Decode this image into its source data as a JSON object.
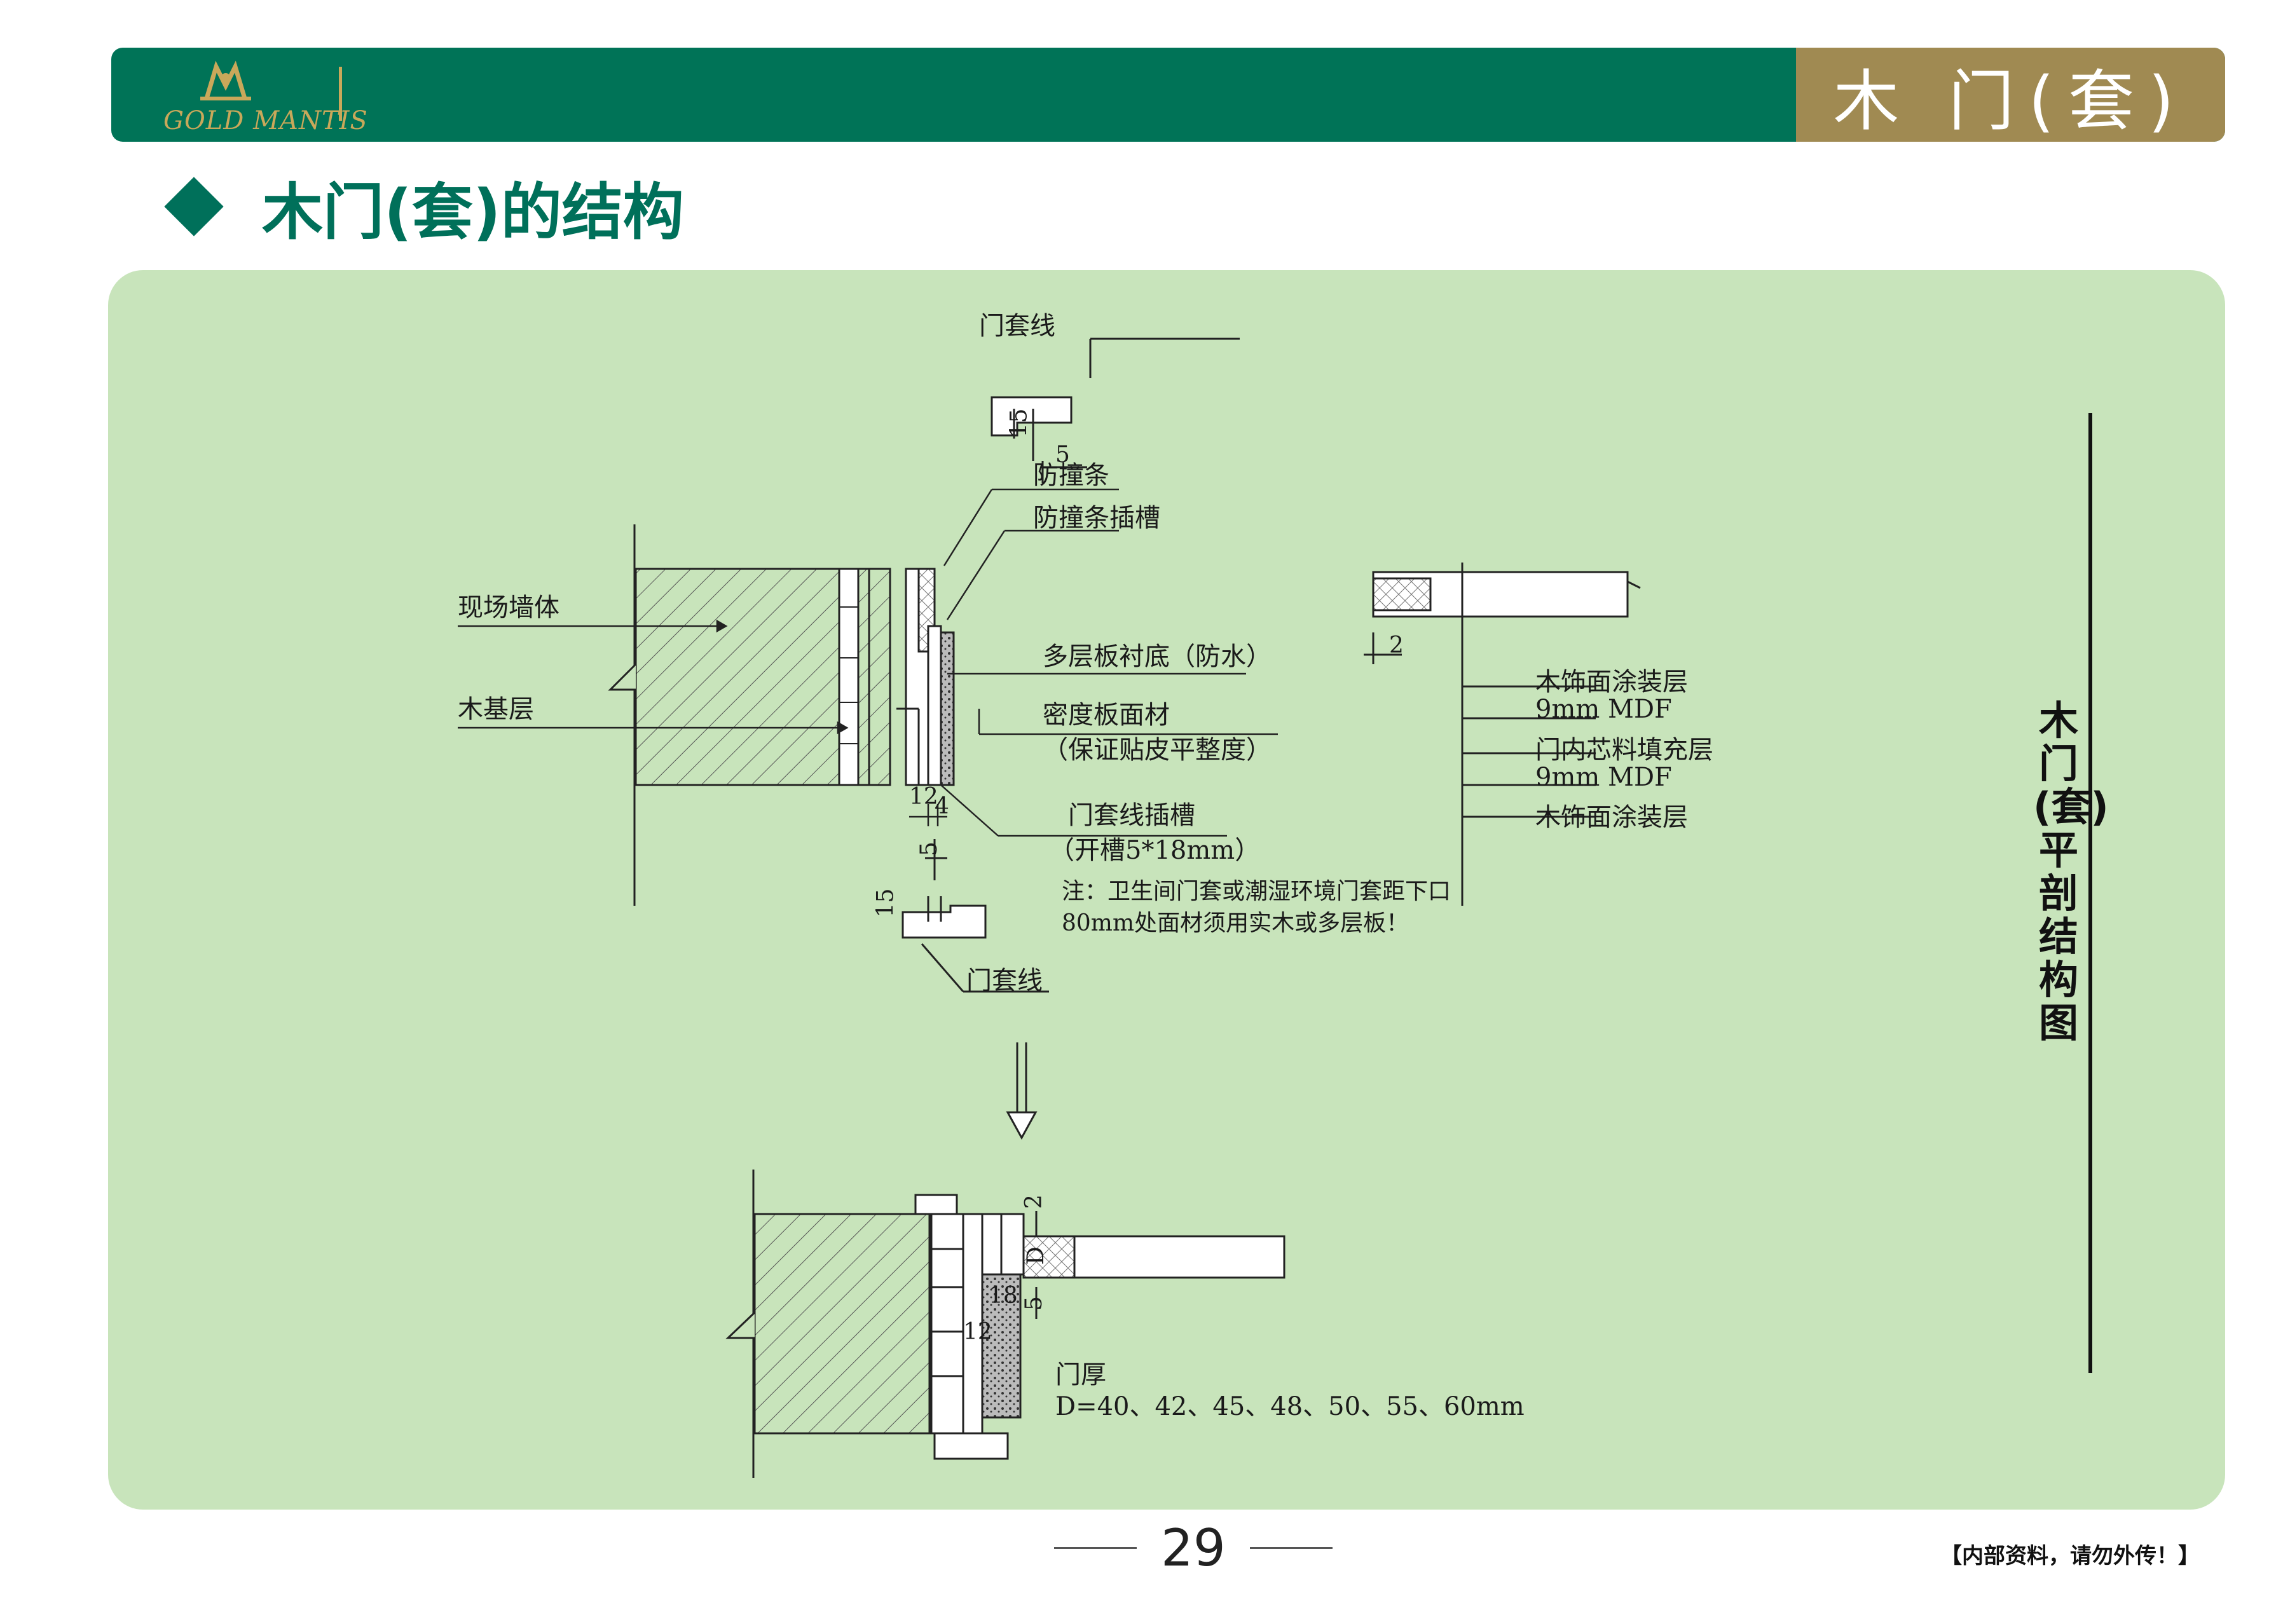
{
  "header": {
    "logo_text": "GOLD MANTIS",
    "tab_title": "木 门(套)"
  },
  "section": {
    "title": "木门(套)的结构"
  },
  "diagram": {
    "vertical_title": "木门(套)平剖结构图",
    "labels": {
      "door_casing_top": "门套线",
      "dim_15_top": "15",
      "dim_5_top": "5",
      "anti_collision_strip": "防撞条",
      "anti_collision_slot": "防撞条插槽",
      "site_wall": "现场墙体",
      "wood_base": "木基层",
      "plywood_backing": "多层板衬底（防水）",
      "mdf_face": "密度板面材",
      "mdf_face_note": "（保证贴皮平整度）",
      "dim_12": "12",
      "dim_4": "4",
      "casing_slot": "门套线插槽",
      "casing_slot_note": "（开槽5*18mm）",
      "dim_5_mid": "5",
      "dim_15_bottom": "15",
      "door_casing_bottom": "门套线",
      "note_line1": "注：卫生间门套或潮湿环境门套距下口",
      "note_line2": "80mm处面材须用实木或多层板！",
      "dim_2_right": "2",
      "layer_1": "木饰面涂装层",
      "layer_2": "9mm  MDF",
      "layer_3": "门内芯料填充层",
      "layer_4": "9mm  MDF",
      "layer_5": "木饰面涂装层",
      "dim_2_bottom": "2",
      "dim_D": "D",
      "dim_18": "18",
      "dim_5_bottom": "5",
      "dim_12_bottom": "12",
      "door_thickness": "门厚",
      "door_thickness_values": "D=40、42、45、48、50、55、60mm"
    }
  },
  "footer": {
    "page_number": "29",
    "confidential": "【内部资料，请勿外传！】"
  },
  "colors": {
    "header_green": "#007357",
    "header_tab_gold": "#a08a52",
    "title_green": "#00705a",
    "panel_green": "#c8e4bb"
  }
}
